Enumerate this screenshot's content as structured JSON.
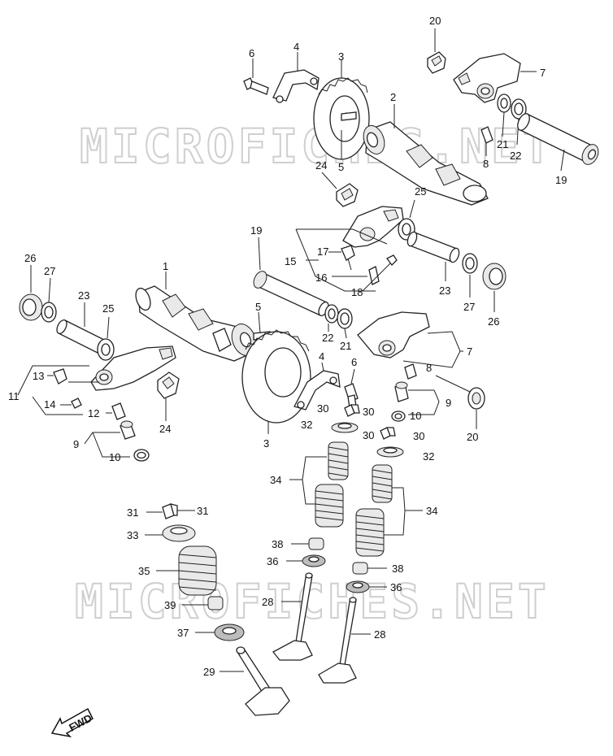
{
  "watermark": [
    "MICROFICHES.NET",
    "MICROFICHES.NET"
  ],
  "fwd_label": "FWD",
  "callouts": {
    "c20a": "20",
    "c7a": "7",
    "c6a": "6",
    "c4a": "4",
    "c3a": "3",
    "c2": "2",
    "c21a": "21",
    "c22a": "22",
    "c8a": "8",
    "c19a": "19",
    "c5a": "5",
    "c24a": "24",
    "c25a": "25",
    "c17": "17",
    "c15": "15",
    "c16": "16",
    "c18": "18",
    "c19b": "19",
    "c23a": "23",
    "c27a": "27",
    "c26a": "26",
    "c26b": "26",
    "c27b": "27",
    "c1": "1",
    "c23b": "23",
    "c25b": "25",
    "c5b": "5",
    "c22b": "22",
    "c21b": "21",
    "c7b": "7",
    "c8b": "8",
    "c13": "13",
    "c11": "11",
    "c14": "14",
    "c12": "12",
    "c24b": "24",
    "c9a": "9",
    "c10a": "10",
    "c4b": "4",
    "c6b": "6",
    "c30a": "30",
    "c30b": "30",
    "c9b": "9",
    "c10b": "10",
    "c20b": "20",
    "c3b": "3",
    "c32a": "32",
    "c30c": "30",
    "c30d": "30",
    "c32b": "32",
    "c34a": "34",
    "c34b": "34",
    "c31a": "31",
    "c31b": "31",
    "c33": "33",
    "c38a": "38",
    "c36a": "36",
    "c35": "35",
    "c38b": "38",
    "c36b": "36",
    "c39": "39",
    "c28a": "28",
    "c37": "37",
    "c28b": "28",
    "c29": "29"
  }
}
